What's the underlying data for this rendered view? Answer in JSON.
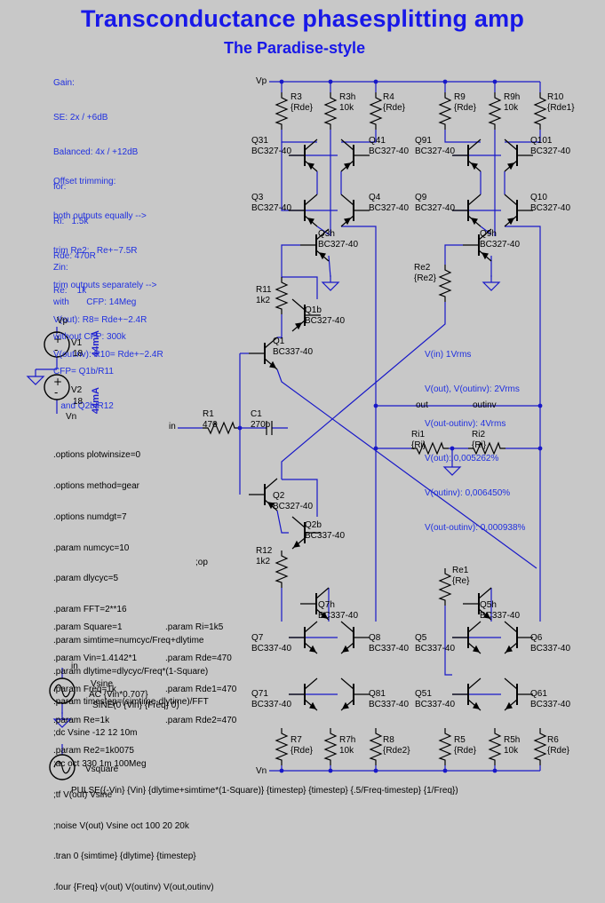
{
  "title": "Transconductance phasesplitting amp",
  "subtitle": "The Paradise-style",
  "notes": {
    "gain": [
      "Gain:",
      "SE: 2x / +6dB",
      "Balanced: 4x / +12dB",
      "for:",
      "Ri:   1.5k",
      "Rde: 470R",
      "Re:    1k"
    ],
    "offset": [
      "Offset trimming:",
      "both outputs equally -->",
      "trim Re2:   Re+~7.5R",
      "trim outputs separately -->",
      "V(out): R8= Rde+~2.4R",
      "V(outinv): R10= Rde+~2.4R"
    ],
    "zin": [
      "Zin:",
      "with       CFP: 14Meg",
      "without CFP: 300k",
      "CFP= Q1b/R11",
      "   and Q2b/R12"
    ]
  },
  "results": [
    "V(in) 1Vrms",
    "V(out), V(outinv): 2Vrms",
    "V(out-outinv): 4Vrms",
    "V(out): 0,005262%",
    "V(outinv): 0,006450%",
    "V(out-outinv): 0,000938%"
  ],
  "spice": [
    ".options plotwinsize=0",
    ".options method=gear",
    ".options numdgt=7",
    ".param numcyc=10",
    ".param dlycyc=5",
    ".param FFT=2**16",
    ".param simtime=numcyc/Freq+dlytime",
    ".param dlytime=dlycyc/Freq*(1-Square)",
    ".param timestep=(simtime-dlytime)/FFT",
    ";dc Vsine -12 12 10m",
    ";ac oct 330 1m 100Meg",
    ";tf V(out) Vsine",
    ";noise V(out) Vsine oct 100 20 20k",
    ".tran 0 {simtime} {dlytime} {timestep}",
    ".four {Freq} v(out) V(outinv) V(out,outinv)"
  ],
  "op_label": ";op",
  "params_left": [
    ".param Square=1",
    ".param Vin=1.4142*1",
    ".param Freq=1k",
    ".param Re=1k",
    ".param Re2=1k0075"
  ],
  "params_right": [
    ".param Ri=1k5",
    ".param Rde=470",
    ".param Rde1=470",
    ".param Rde2=470"
  ],
  "pulse": "PULSE({-Vin} {Vin} {dlytime+simtime*(1-Square)} {timestep} {timestep} {.5/Freq-timestep} {1/Freq})",
  "sources": {
    "vp": "Vp",
    "v1": "V1",
    "v1_val": "18",
    "v2": "V2",
    "v2_val": "18",
    "vn": "Vn",
    "current": "44mA",
    "vsine": "Vsine",
    "vsine_ac": "AC {Vin*0.707}",
    "vsine_sine": "SINE(0 {Vin} {Freq} 0)",
    "vsine_node": "in",
    "vsquare": "Vsquare"
  },
  "nets": {
    "vp": "Vp",
    "vn": "Vn",
    "in": "in",
    "out": "out",
    "outinv": "outinv"
  },
  "components": {
    "R3": [
      "R3",
      "{Rde}"
    ],
    "R3h": [
      "R3h",
      "10k"
    ],
    "R4": [
      "R4",
      "{Rde}"
    ],
    "R9": [
      "R9",
      "{Rde}"
    ],
    "R9h": [
      "R9h",
      "10k"
    ],
    "R10": [
      "R10",
      "{Rde1}"
    ],
    "Q31": [
      "Q31",
      "BC327-40"
    ],
    "Q41": [
      "Q41",
      "BC327-40"
    ],
    "Q91": [
      "Q91",
      "BC327-40"
    ],
    "Q101": [
      "Q101",
      "BC327-40"
    ],
    "Q3": [
      "Q3",
      "BC327-40"
    ],
    "Q4": [
      "Q4",
      "BC327-40"
    ],
    "Q9": [
      "Q9",
      "BC327-40"
    ],
    "Q10": [
      "Q10",
      "BC327-40"
    ],
    "Q3h": [
      "Q3h",
      "BC327-40"
    ],
    "Q9h": [
      "Q9h",
      "BC327-40"
    ],
    "Re2": [
      "Re2",
      "{Re2}"
    ],
    "R11": [
      "R11",
      "1k2"
    ],
    "Q1b": [
      "Q1b",
      "BC327-40"
    ],
    "Q1": [
      "Q1",
      "BC337-40"
    ],
    "R1": [
      "R1",
      "470"
    ],
    "C1": [
      "C1",
      "270p"
    ],
    "Ri1": [
      "Ri1",
      "{Ri}"
    ],
    "Ri2": [
      "Ri2",
      "{Ri}"
    ],
    "Q2": [
      "Q2",
      "BC327-40"
    ],
    "Q2b": [
      "Q2b",
      "BC337-40"
    ],
    "R12": [
      "R12",
      "1k2"
    ],
    "Re1": [
      "Re1",
      "{Re}"
    ],
    "Q7h": [
      "Q7h",
      "BC337-40"
    ],
    "Q5h": [
      "Q5h",
      "BC337-40"
    ],
    "Q7": [
      "Q7",
      "BC337-40"
    ],
    "Q8": [
      "Q8",
      "BC337-40"
    ],
    "Q5": [
      "Q5",
      "BC337-40"
    ],
    "Q6": [
      "Q6",
      "BC337-40"
    ],
    "Q71": [
      "Q71",
      "BC337-40"
    ],
    "Q81": [
      "Q81",
      "BC337-40"
    ],
    "Q51": [
      "Q51",
      "BC337-40"
    ],
    "Q61": [
      "Q61",
      "BC337-40"
    ],
    "R7": [
      "R7",
      "{Rde}"
    ],
    "R7h": [
      "R7h",
      "10k"
    ],
    "R8": [
      "R8",
      "{Rde2}"
    ],
    "R5": [
      "R5",
      "{Rde}"
    ],
    "R5h": [
      "R5h",
      "10k"
    ],
    "R6": [
      "R6",
      "{Rde}"
    ]
  },
  "colors": {
    "background": "#c8c8c8",
    "title": "#1818e8",
    "annotation": "#1f2fe0",
    "wire": "#1818c8",
    "part": "#000000"
  }
}
